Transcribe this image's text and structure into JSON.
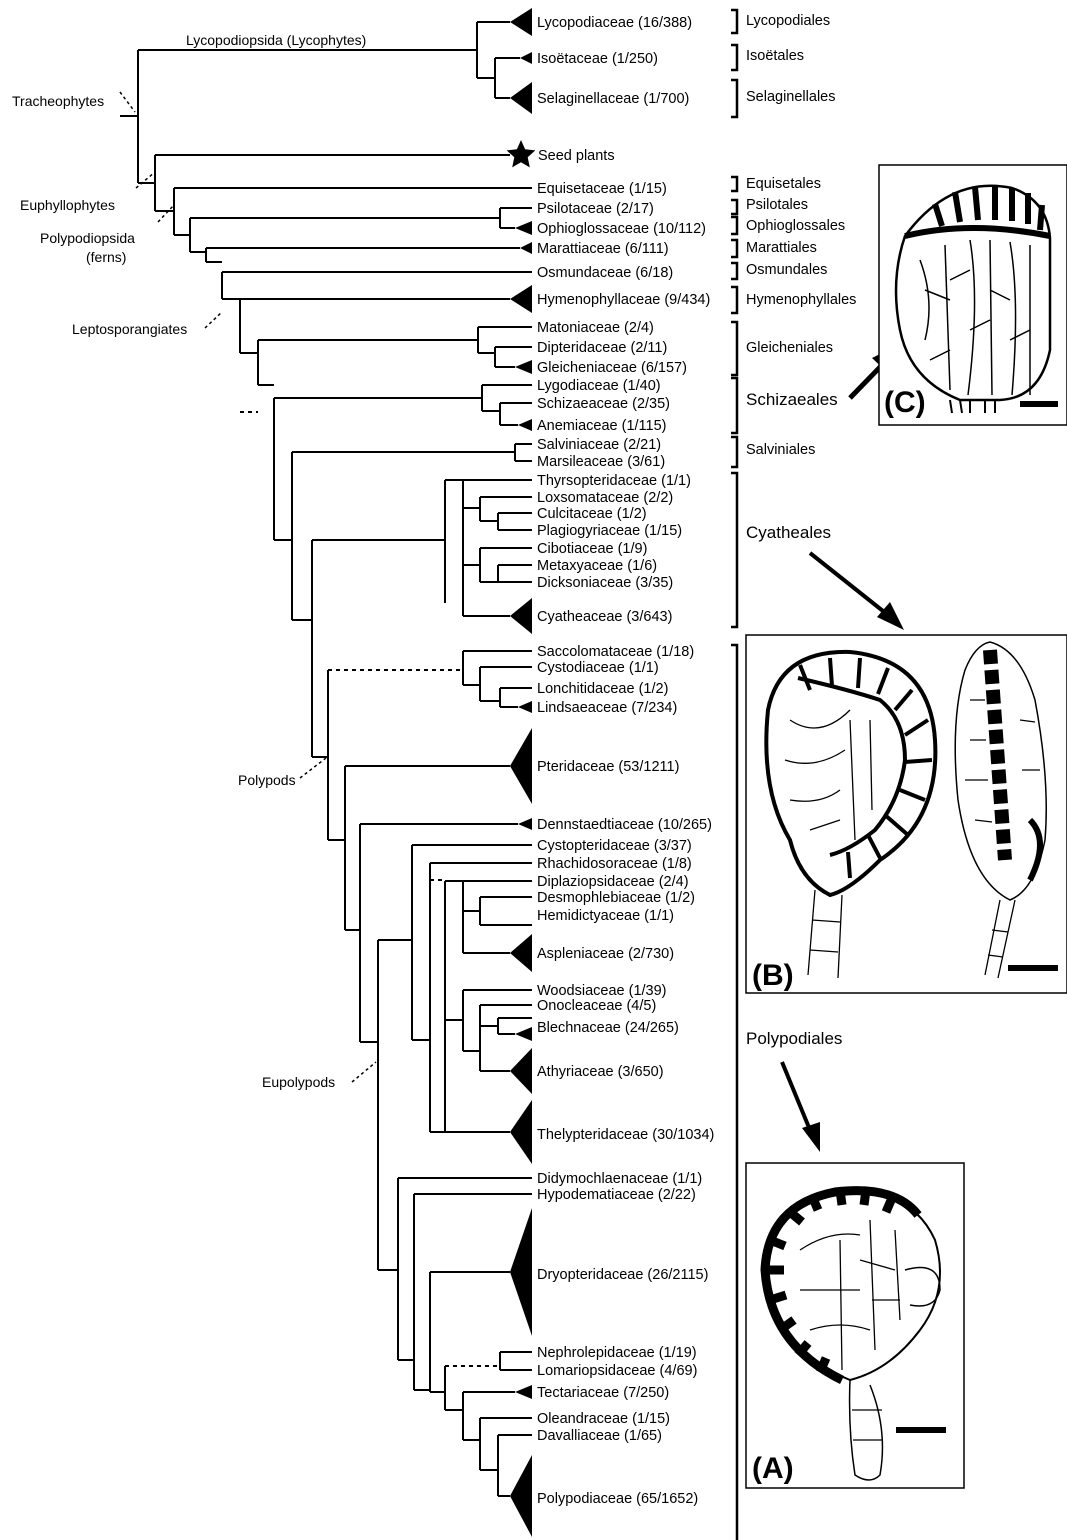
{
  "taxa": [
    "Lycopodiaceae (16/388)",
    "Isoëtaceae (1/250)",
    "Selaginellaceae (1/700)",
    "Seed plants",
    "Equisetaceae (1/15)",
    "Psilotaceae (2/17)",
    "Ophioglossaceae (10/112)",
    "Marattiaceae (6/111)",
    "Osmundaceae (6/18)",
    "Hymenophyllaceae (9/434)",
    "Matoniaceae (2/4)",
    "Dipteridaceae (2/11)",
    "Gleicheniaceae (6/157)",
    "Lygodiaceae (1/40)",
    "Schizaeaceae (2/35)",
    "Anemiaceae (1/115)",
    "Salviniaceae (2/21)",
    "Marsileaceae (3/61)",
    "Thyrsopteridaceae (1/1)",
    "Loxsomataceae (2/2)",
    "Culcitaceae (1/2)",
    "Plagiogyriaceae (1/15)",
    "Cibotiaceae (1/9)",
    "Metaxyaceae (1/6)",
    "Dicksoniaceae (3/35)",
    "Cyatheaceae (3/643)",
    "Saccolomataceae (1/18)",
    "Cystodiaceae (1/1)",
    "Lonchitidaceae (1/2)",
    "Lindsaeaceae (7/234)",
    "Pteridaceae (53/1211)",
    "Dennstaedtiaceae (10/265)",
    "Cystopteridaceae (3/37)",
    "Rhachidosoraceae (1/8)",
    "Diplaziopsidaceae (2/4)",
    "Desmophlebiaceae (1/2)",
    "Hemidictyaceae (1/1)",
    "Aspleniaceae (2/730)",
    "Woodsiaceae (1/39)",
    "Onocleaceae (4/5)",
    "Blechnaceae (24/265)",
    "Athyriaceae (3/650)",
    "Thelypteridaceae (30/1034)",
    "Didymochlaenaceae (1/1)",
    "Hypodematiaceae (2/22)",
    "Dryopteridaceae (26/2115)",
    "Nephrolepidaceae (1/19)",
    "Lomariopsidaceae (4/69)",
    "Tectariaceae (7/250)",
    "Oleandraceae (1/15)",
    "Davalliaceae (1/65)",
    "Polypodiaceae (65/1652)"
  ],
  "orders": [
    "Lycopodiales",
    "Isoëtales",
    "Selaginellales",
    "Equisetales",
    "Psilotales",
    "Ophioglossales",
    "Marattiales",
    "Osmundales",
    "Hymenophyllales",
    "Gleicheniales",
    "Schizaeales",
    "Salviniales",
    "Cyatheales",
    "Polypodiales"
  ],
  "nodes": [
    "Lycopodiopsida (Lycophytes)",
    "Tracheophytes",
    "Euphyllophytes",
    "Polypodiopsida",
    "(ferns)",
    "Leptosporangiates",
    "Polypods",
    "Eupolypods"
  ],
  "panels": [
    "(C)",
    "(B)",
    "(A)"
  ]
}
